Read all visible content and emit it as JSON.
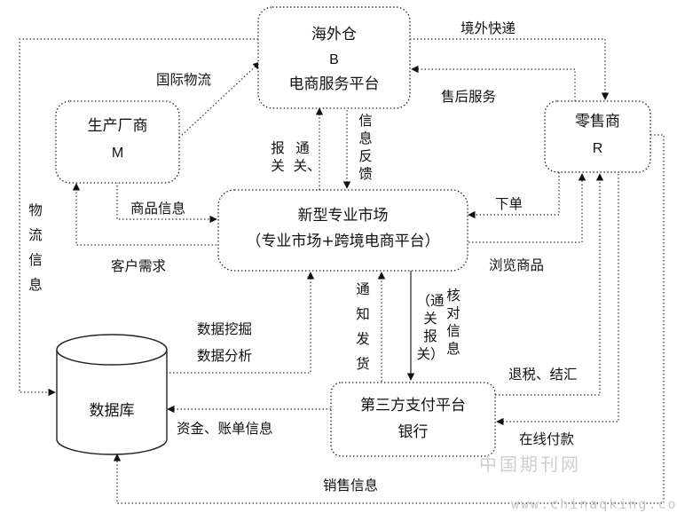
{
  "nodes": {
    "overseas_warehouse": {
      "line1": "海外仓",
      "line2": "B",
      "line3": "电商服务平台"
    },
    "manufacturer": {
      "line1": "生产厂商",
      "line2": "M"
    },
    "retailer": {
      "line1": "零售商",
      "line2": "R"
    },
    "market": {
      "line1": "新型专业市场",
      "line2": "（专业市场+跨境电商平台）"
    },
    "database": {
      "line1": "数据库"
    },
    "payment": {
      "line1": "第三方支付平台",
      "line2": "银行"
    }
  },
  "edges": {
    "cross_border_delivery": "境外快递",
    "after_sales": "售后服务",
    "intl_logistics": "国际物流",
    "customs_1": "报",
    "customs_2": "关",
    "customs_3": "通",
    "customs_4": "关、",
    "feedback_1": "信",
    "feedback_2": "息",
    "feedback_3": "反",
    "feedback_4": "馈",
    "product_info": "商品信息",
    "customer_demand": "客户需求",
    "order": "下单",
    "browse": "浏览商品",
    "logistics_1": "物",
    "logistics_2": "流",
    "logistics_3": "信",
    "logistics_4": "息",
    "data_mining": "数据挖掘",
    "data_analysis": "数据分析",
    "notify_1": "通",
    "notify_2": "知",
    "notify_3": "发",
    "notify_4": "货",
    "clearance_1": "（通",
    "clearance_2": "关",
    "clearance_3": "报",
    "clearance_4": "关）",
    "verify_1": "核",
    "verify_2": "对",
    "verify_3": "信",
    "verify_4": "息",
    "tax_refund": "退税、结汇",
    "funds_bills": "资金、账单信息",
    "online_payment": "在线付款",
    "sales_info": "销售信息"
  },
  "watermark": {
    "line1": "中国期刊网",
    "line2": "www.chinaqking.com"
  }
}
